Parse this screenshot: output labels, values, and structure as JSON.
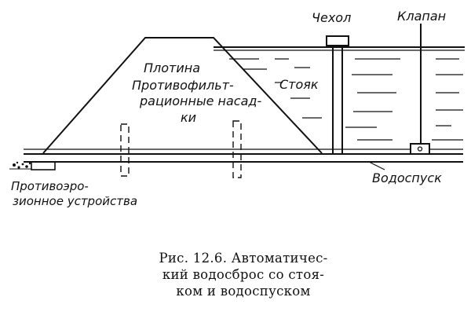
{
  "labels": {
    "dam": "Плотина",
    "filter_line1": "Противофильт-",
    "filter_line2": "рационные насад-",
    "filter_line3": "ки",
    "riser": "Стояк",
    "cover": "Чехол",
    "valve": "Клапан",
    "outlet": "Водоспуск",
    "anti_erosion_line1": "Противоэро-",
    "anti_erosion_line2": "зионное устройства"
  },
  "caption": {
    "line1": "Рис.  12.6.  Автоматичес-",
    "line2": "кий  водосброс  со  стоя-",
    "line3": "ком  и  водоспуском"
  }
}
